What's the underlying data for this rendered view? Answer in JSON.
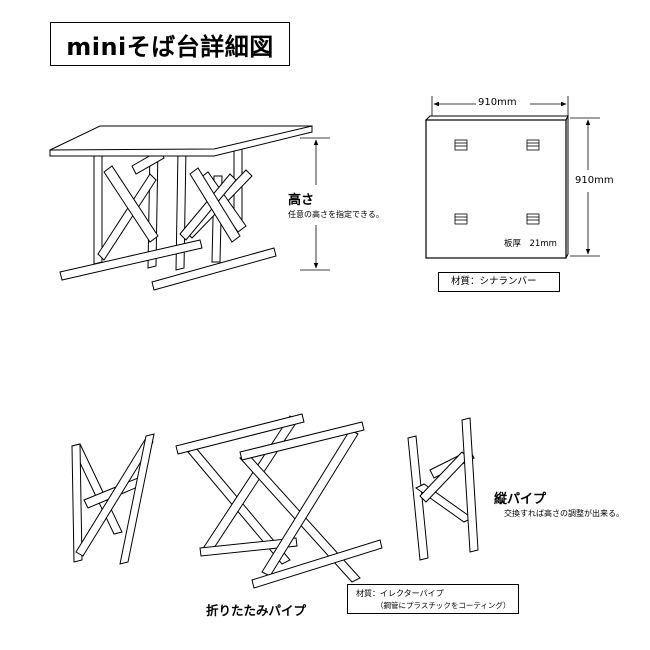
{
  "title": "miniそば台詳細図",
  "height_label": "高さ",
  "height_note": "任意の高さを指定できる。",
  "dim_width": "910mm",
  "dim_height": "910mm",
  "board_thickness": "板厚　21mm",
  "material_top": "材質：シナランバー",
  "folding_label": "折りたたみパイプ",
  "vertical_label": "縦パイプ",
  "vertical_note": "交換すれば高さの調整が出来る。",
  "pipe_material": "材質：イレクターパイプ",
  "pipe_note": "（鋼管にプラスチックをコーティング）"
}
